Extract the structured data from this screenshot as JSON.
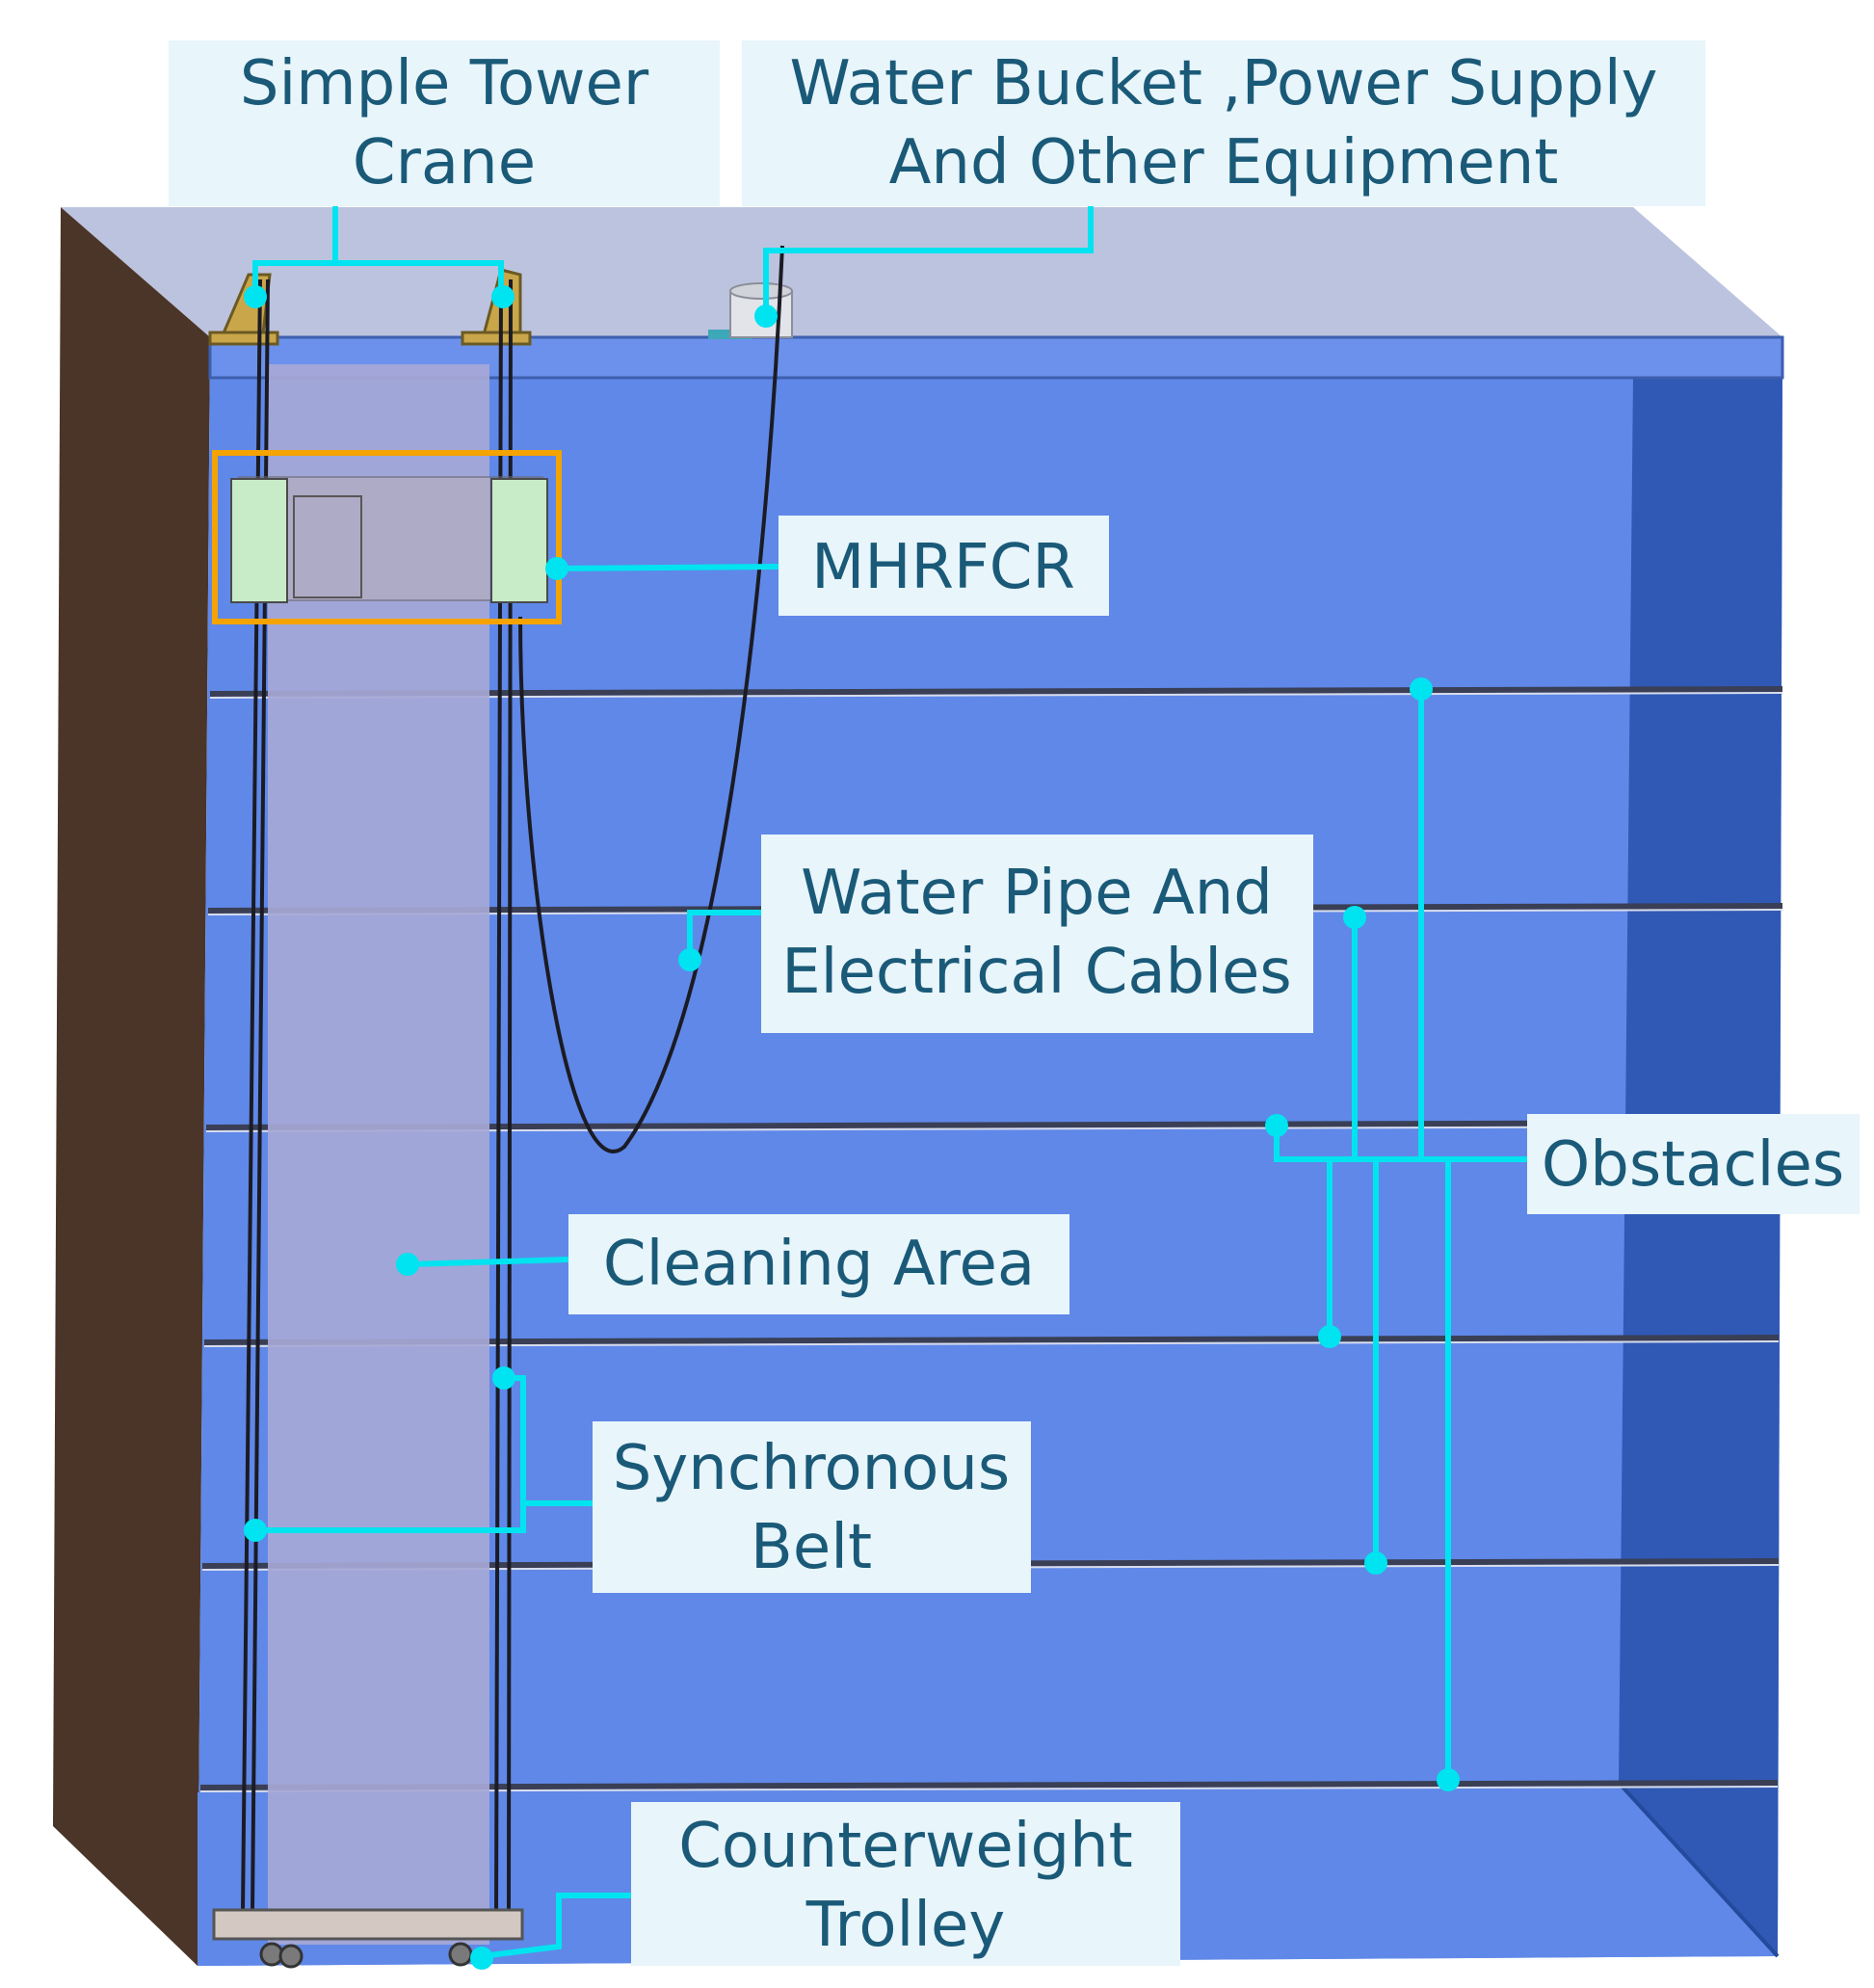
{
  "labels": {
    "tower_crane": [
      "Simple Tower",
      "Crane"
    ],
    "water_bucket": [
      "Water Bucket ,Power Supply",
      "And Other Equipment"
    ],
    "robot": [
      "MHRFCR"
    ],
    "water_pipe": [
      "Water Pipe And",
      "Electrical Cables"
    ],
    "obstacles": [
      "Obstacles"
    ],
    "cleaning_area": [
      "Cleaning Area"
    ],
    "sync_belt": [
      "Synchronous",
      "Belt"
    ],
    "counterweight": [
      "Counterweight",
      "Trolley"
    ]
  },
  "colors": {
    "facade_front": "#5f88e8",
    "facade_top": "#bcc3df",
    "facade_right": "#2f59b5",
    "wall_side": "#4a3528",
    "cleaning_strip": "#a7a8d6",
    "leader_line": "#00e3f0",
    "label_box": "#e8f5fb",
    "label_text": "#1a5a78",
    "robot_frame": "#f5a300",
    "robot_panel": "#c8ebc8"
  }
}
